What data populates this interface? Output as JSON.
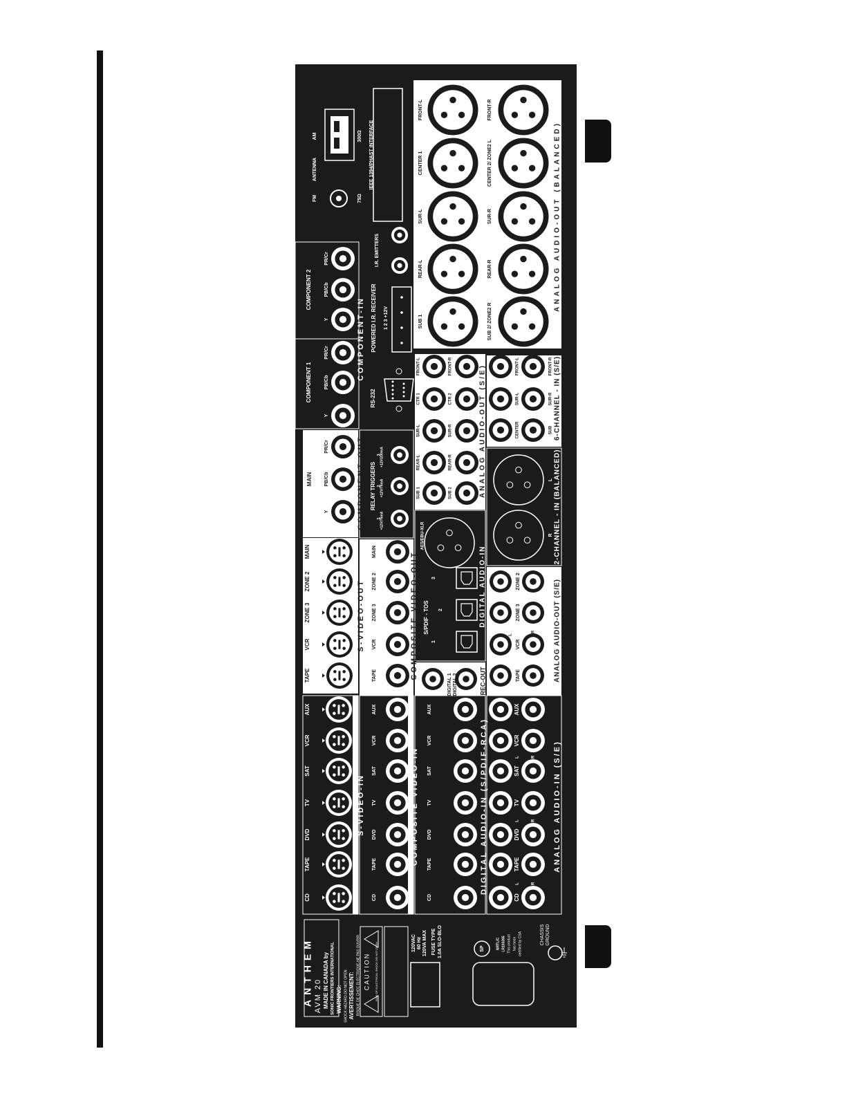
{
  "brand": {
    "name": "ANTHEM",
    "model": "AVM 20",
    "made_in": "MADE IN CANADA",
    "by": "by",
    "maker": "SONIC FRONTIERS INTERNATIONAL",
    "warning_title": "WARNING:",
    "warning_text": "SHOCK HAZARD-DO NOT OPEN.",
    "avert_title": "AVERTISSEMENT:",
    "avert_text": "RISQUE DE CHOC ELECTRIQUE-NE PAS OUVRIR.",
    "caution": "CAUTION",
    "caution_sub": "RISK OF ELECTRICAL SHOCK DO NOT OPEN"
  },
  "power": {
    "voltage": "120VAC",
    "freq": "60 Hz",
    "watts": "120VA MAX",
    "fuse_title": "FUSE TYPE",
    "fuse_val": "1.0A SLO-BLO"
  },
  "cert": {
    "lines": [
      "NRTL/C",
      "LR103265",
      "This product",
      "has been",
      "certified by CSA"
    ],
    "ground": [
      "CHASSIS",
      "GROUND"
    ]
  },
  "rows": {
    "svideo_in": {
      "title": "S-VIDEO-IN",
      "labels": [
        "CD",
        "TAPE",
        "DVD",
        "TV",
        "SAT",
        "VCR",
        "AUX"
      ]
    },
    "svideo_out": {
      "title": "S-VIDEO-OUT",
      "labels": [
        "TAPE",
        "VCR",
        "ZONE 3",
        "ZONE 2",
        "MAIN"
      ]
    },
    "comp_video_in": {
      "title": "COMPOSITE VIDEO-IN",
      "labels": [
        "CD",
        "TAPE",
        "DVD",
        "TV",
        "SAT",
        "VCR",
        "AUX"
      ]
    },
    "comp_video_out": {
      "title": "COMPOSITE VIDEO-OUT",
      "labels": [
        "TAPE",
        "VCR",
        "ZONE 3",
        "ZONE 2",
        "MAIN"
      ]
    },
    "digital_audio_in_rca": {
      "title": "DIGITAL AUDIO-IN (S/PDIF-RCA)",
      "labels": [
        "CD",
        "TAPE",
        "DVD",
        "TV",
        "SAT",
        "VCR",
        "AUX"
      ]
    },
    "analog_audio_in": {
      "title": "ANALOG AUDIO-IN (S/E)",
      "labels": [
        "CD",
        "TAPE",
        "DVD",
        "TV",
        "SAT",
        "VCR",
        "AUX"
      ],
      "l": "L",
      "r": "R"
    },
    "rec_out": {
      "title": "REC-OUT",
      "labels": [
        "DIGITAL 1",
        "DIGITAL 2"
      ]
    },
    "digital_audio_in": {
      "title": "DIGITAL AUDIO-IN",
      "tos_title": "S/PDIF - TOS",
      "tos_labels": [
        "1",
        "2",
        "3"
      ],
      "aes": "AES/EBU-XLR"
    },
    "analog_audio_out_se2": {
      "title": "ANALOG AUDIO-OUT (S/E)",
      "labels": [
        "TAPE",
        "VCR",
        "ZONE 3",
        "ZONE 2"
      ],
      "l": "L",
      "r": "R"
    },
    "two_channel_in": {
      "title": "2-CHANNEL - IN (BALANCED)",
      "l": "L",
      "r": "R"
    },
    "component_out": {
      "title": "COMPONENT-OUT",
      "group": "MAIN",
      "labels": [
        "Y",
        "PB/Cb",
        "PR/Cr"
      ]
    },
    "relay": {
      "title": "RELAY TRIGGERS",
      "labels": [
        "1",
        "2",
        "3"
      ],
      "ratings": [
        "+12V/75mA",
        "+12V/75mA",
        "+12V/200mA"
      ]
    },
    "analog_audio_out_se": {
      "title": "ANALOG AUDIO-OUT (S/E)",
      "top": [
        "SUB 1",
        "REAR-L",
        "SUR-L",
        "CTR 1",
        "FRONT-L"
      ],
      "bottom": [
        "SUB 2",
        "REAR-R",
        "SUR-R",
        "CTR 2",
        "FRONT-R"
      ]
    },
    "six_channel_in": {
      "title": "6-CHANNEL - IN (S/E)",
      "top": [
        "CENTER",
        "SUR-L",
        "FRONT-L"
      ],
      "bottom": [
        "SUB",
        "SUR-R",
        "FRONT-R"
      ]
    },
    "component_in": {
      "title": "COMPONENT-IN",
      "group1": "COMPONENT 1",
      "group2": "COMPONENT 2",
      "labels": [
        "Y",
        "PB/Cb",
        "PR/Cr"
      ]
    },
    "rs232": {
      "title": "RS-232"
    },
    "ir": {
      "receiver": "POWERED I.R. RECEIVER",
      "pins": "1  2  3 +12V",
      "emitters": "I.R. EMITTERS"
    },
    "antenna": {
      "fm": "FM",
      "antenna": "ANTENNA",
      "am": "AM",
      "ohm75": "75Ω",
      "ohm300": "300Ω",
      "ieee": "IEEE 1394/PHAST INTERFACE"
    },
    "balanced_out": {
      "title": "ANALOG AUDIO-OUT (BALANCED)",
      "top": [
        "SUB 1",
        "REAR-L",
        "SUR-L",
        "CENTER 1",
        "FRONT-L"
      ],
      "bottom": [
        "SUB 2/ ZONE2 R",
        "REAR-R",
        "SUR-R",
        "CENTER 2/ ZONE2 L",
        "FRONT-R"
      ]
    }
  }
}
